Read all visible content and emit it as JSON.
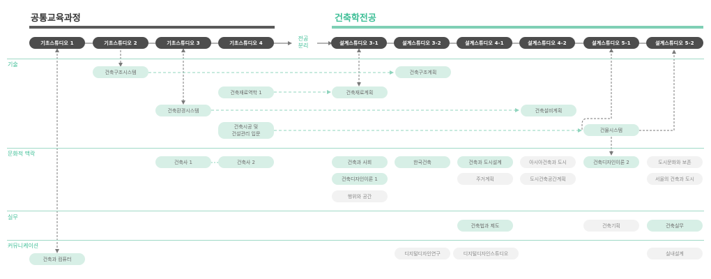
{
  "colors": {
    "accent": "#3fbf97",
    "dark": "#4d4d4d",
    "pill_green": "#d7efe6",
    "pill_grey": "#f2f2f2"
  },
  "sections": {
    "common": "공통교육과정",
    "major": "건축학전공"
  },
  "split_label": {
    "line1": "전공",
    "line2": "분리"
  },
  "studios": [
    "기초스튜디오  1",
    "기초스튜디오  2",
    "기초스튜디오  3",
    "기초스튜디오  4",
    "설계스튜디오  3-1",
    "설계스튜디오  3-2",
    "설계스튜디오  4-1",
    "설계스튜디오  4-2",
    "설계스튜디오  5-1",
    "설계스튜디오  5-2"
  ],
  "categories": {
    "tech": "기술",
    "culture": "문화적 맥락",
    "practice": "실무",
    "communication": "커뮤니케이션"
  },
  "courses": {
    "structure_system": "건축구조시스템",
    "structure_plan": "건축구조계획",
    "materials_mechanics": "건축재료역학 1",
    "materials_plan": "건축재료계획",
    "env_system": "건축환경시스템",
    "equipment_plan": "건축설비계획",
    "construction_l1": "건축시공  및",
    "construction_l2": "건설관리  입문",
    "building_system": "건물시스템",
    "history1": "건축사  1",
    "history2": "건축사  2",
    "arch_society": "건축과  사회",
    "korean_arch": "한국건축",
    "arch_urban_design": "건축과  도시설계",
    "asian_arch_city": "아시아건축과 도시",
    "design_theory2": "건축디자인이론 2",
    "urban_culture": "도시문화와 보존",
    "design_theory1": "건축디자인이론 1",
    "housing_plan": "주거계획",
    "urban_space_plan": "도시건축공간계획",
    "seoul_arch_city": "서울의 건축과 도시",
    "behavior_space": "행위와  공간",
    "law_system": "건축법과 제도",
    "planning": "건축기획",
    "practice": "건축실무",
    "arch_computer": "건축과  컴퓨터",
    "digital_research": "디지털디자인연구",
    "digital_studio": "디지털디자인스튜디오",
    "interior_design": "실내설계"
  }
}
